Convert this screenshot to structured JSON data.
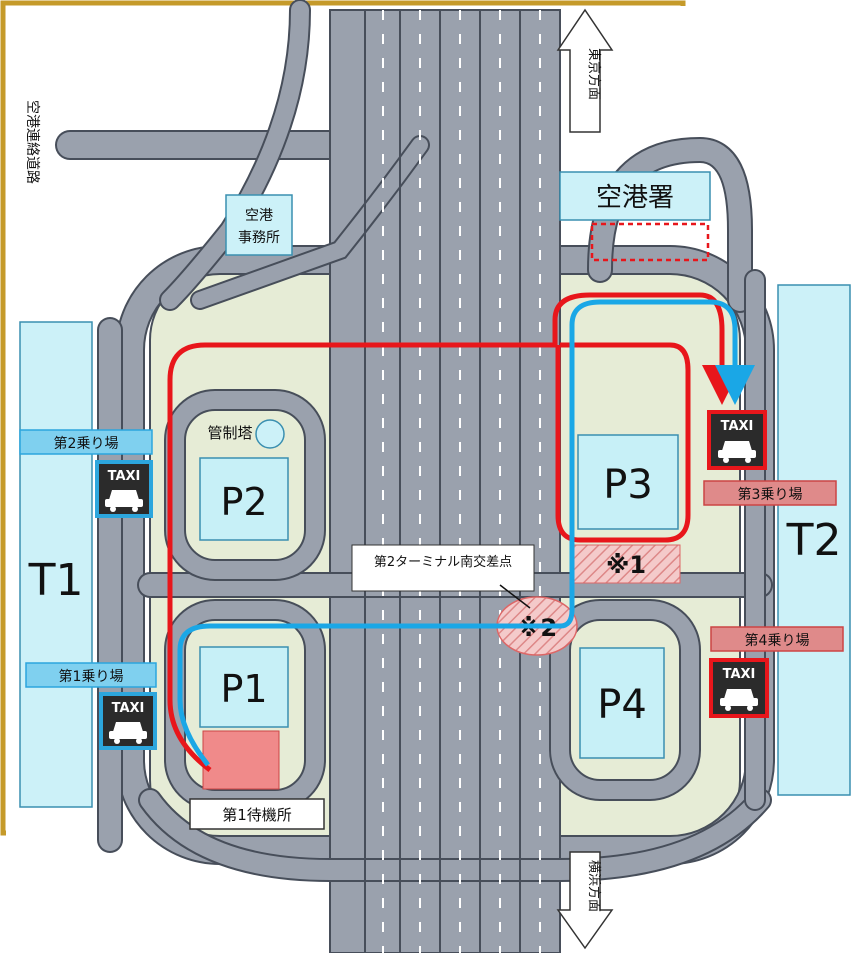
{
  "labels": {
    "airport_connector_road": "空港連絡道路",
    "tokyo_direction": "東京方面",
    "yokohama_direction": "横浜方面",
    "airport_police": "空港署",
    "airport_office_line1": "空港",
    "airport_office_line2": "事務所",
    "control_tower": "管制塔",
    "terminal_1": "T1",
    "terminal_2": "T2",
    "parking_p1": "P1",
    "parking_p2": "P2",
    "parking_p3": "P3",
    "parking_p4": "P4",
    "stand_1": "第1乗り場",
    "stand_2": "第2乗り場",
    "stand_3": "第3乗り場",
    "stand_4": "第4乗り場",
    "waiting_area_1": "第1待機所",
    "intersection": "第2ターミナル南交差点",
    "note_1": "※1",
    "note_2": "※2",
    "taxi": "TAXI"
  },
  "colors": {
    "road": "#9aa1ad",
    "road_edge": "#474e5a",
    "ground": "#e6ecd6",
    "terminal": "#ccf1f8",
    "parking": "#c7f0f7",
    "stand_blue": "#2ca6dd",
    "stand_red": "#d95c5c",
    "route_red": "#e8161b",
    "route_blue": "#1aa7e6",
    "waiting_area": "#f08a8a",
    "border": "#c59a2a"
  },
  "icons": [
    "taxi-icon",
    "taxi-icon",
    "taxi-icon",
    "taxi-icon"
  ]
}
